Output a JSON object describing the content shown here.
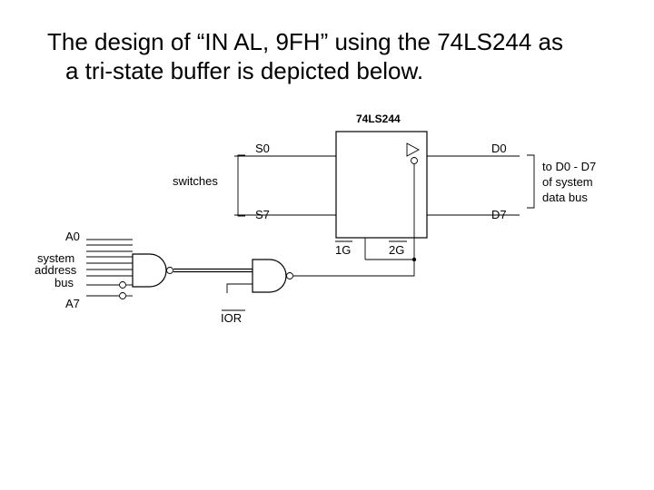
{
  "heading": {
    "line1": "The design of “IN AL, 9FH” using the 74LS244 as",
    "line2": "a tri-state buffer is depicted below."
  },
  "diagram": {
    "chip_label": "74LS244",
    "pin_s0": "S0",
    "pin_s7": "S7",
    "pin_d0": "D0",
    "pin_d7": "D7",
    "pin_1g": "1G",
    "pin_2g": "2G",
    "switches_label": "switches",
    "dbus_label": [
      "to D0 - D7",
      "of system",
      "data bus"
    ],
    "addr_a0": "A0",
    "addr_label": [
      "system",
      "address",
      "bus"
    ],
    "addr_a7": "A7",
    "ior_label": "IOR"
  }
}
